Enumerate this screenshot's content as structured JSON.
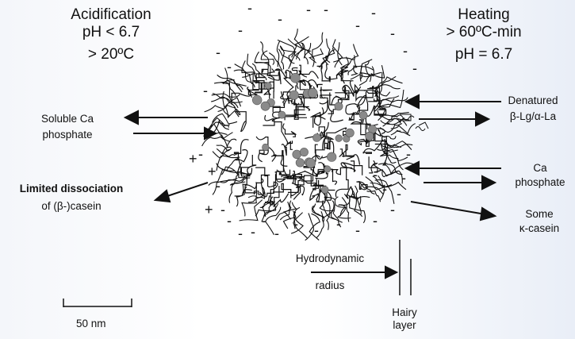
{
  "acidification": {
    "title": "Acidification",
    "ph": "pH < 6.7",
    "temp": "> 20ºC"
  },
  "heating": {
    "title": "Heating",
    "temp": "> 60ºC-min",
    "ph": "pH = 6.7"
  },
  "labels": {
    "soluble_ca_line1": "Soluble Ca",
    "soluble_ca_line2": "phosphate",
    "limited_line1": "Limited dissociation",
    "limited_line2": "of (β-)casein",
    "denatured_line1": "Denatured",
    "denatured_line2": "β-Lg/α-La",
    "ca_phosphate_line1": "Ca",
    "ca_phosphate_line2": "phosphate",
    "some_line1": "Some",
    "some_line2": "κ-casein",
    "hydrodynamic_line1": "Hydrodynamic",
    "hydrodynamic_line2": "radius",
    "hairy_line1": "Hairy",
    "hairy_line2": "layer",
    "scale": "50 nm"
  },
  "charges": {
    "minus": "-",
    "plus": "+"
  }
}
